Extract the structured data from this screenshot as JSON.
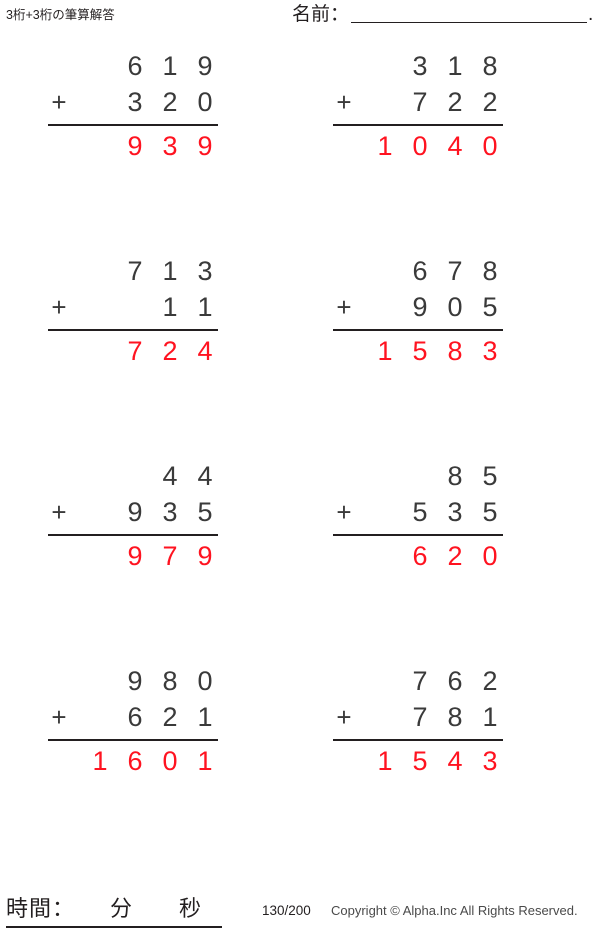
{
  "header": {
    "title": "3桁+3桁の筆算解答",
    "name_label": "名前：",
    "name_value": "",
    "name_trailing": "."
  },
  "worksheet": {
    "operator": "+",
    "answer_color": "#ff1320",
    "digit_color": "#3a3a3a"
  },
  "problems": [
    {
      "id": 1,
      "addend1": "619",
      "addend2": "320",
      "operator": "+",
      "answer": "939",
      "addend1_digits": [
        "6",
        "1",
        "9"
      ],
      "addend2_digits": [
        "3",
        "2",
        "0"
      ],
      "answer_digits": [
        "9",
        "3",
        "9"
      ]
    },
    {
      "id": 2,
      "addend1": "318",
      "addend2": "722",
      "operator": "+",
      "answer": "1040",
      "addend1_digits": [
        "3",
        "1",
        "8"
      ],
      "addend2_digits": [
        "7",
        "2",
        "2"
      ],
      "answer_digits": [
        "1",
        "0",
        "4",
        "0"
      ]
    },
    {
      "id": 3,
      "addend1": "713",
      "addend2": "11",
      "operator": "+",
      "answer": "724",
      "addend1_digits": [
        "7",
        "1",
        "3"
      ],
      "addend2_digits": [
        "1",
        "1"
      ],
      "answer_digits": [
        "7",
        "2",
        "4"
      ]
    },
    {
      "id": 4,
      "addend1": "678",
      "addend2": "905",
      "operator": "+",
      "answer": "1583",
      "addend1_digits": [
        "6",
        "7",
        "8"
      ],
      "addend2_digits": [
        "9",
        "0",
        "5"
      ],
      "answer_digits": [
        "1",
        "5",
        "8",
        "3"
      ]
    },
    {
      "id": 5,
      "addend1": "44",
      "addend2": "935",
      "operator": "+",
      "answer": "979",
      "addend1_digits": [
        "4",
        "4"
      ],
      "addend2_digits": [
        "9",
        "3",
        "5"
      ],
      "answer_digits": [
        "9",
        "7",
        "9"
      ]
    },
    {
      "id": 6,
      "addend1": "85",
      "addend2": "535",
      "operator": "+",
      "answer": "620",
      "addend1_digits": [
        "8",
        "5"
      ],
      "addend2_digits": [
        "5",
        "3",
        "5"
      ],
      "answer_digits": [
        "6",
        "2",
        "0"
      ]
    },
    {
      "id": 7,
      "addend1": "980",
      "addend2": "621",
      "operator": "+",
      "answer": "1601",
      "addend1_digits": [
        "9",
        "8",
        "0"
      ],
      "addend2_digits": [
        "6",
        "2",
        "1"
      ],
      "answer_digits": [
        "1",
        "6",
        "0",
        "1"
      ]
    },
    {
      "id": 8,
      "addend1": "762",
      "addend2": "781",
      "operator": "+",
      "answer": "1543",
      "addend1_digits": [
        "7",
        "6",
        "2"
      ],
      "addend2_digits": [
        "7",
        "8",
        "1"
      ],
      "answer_digits": [
        "1",
        "5",
        "4",
        "3"
      ]
    }
  ],
  "footer": {
    "time_label": "時間：",
    "minutes_unit": "分",
    "seconds_unit": "秒",
    "time_text": "時間：　　分　　秒",
    "page_count": "130/200",
    "copyright": "Copyright © Alpha.Inc All Rights Reserved."
  }
}
